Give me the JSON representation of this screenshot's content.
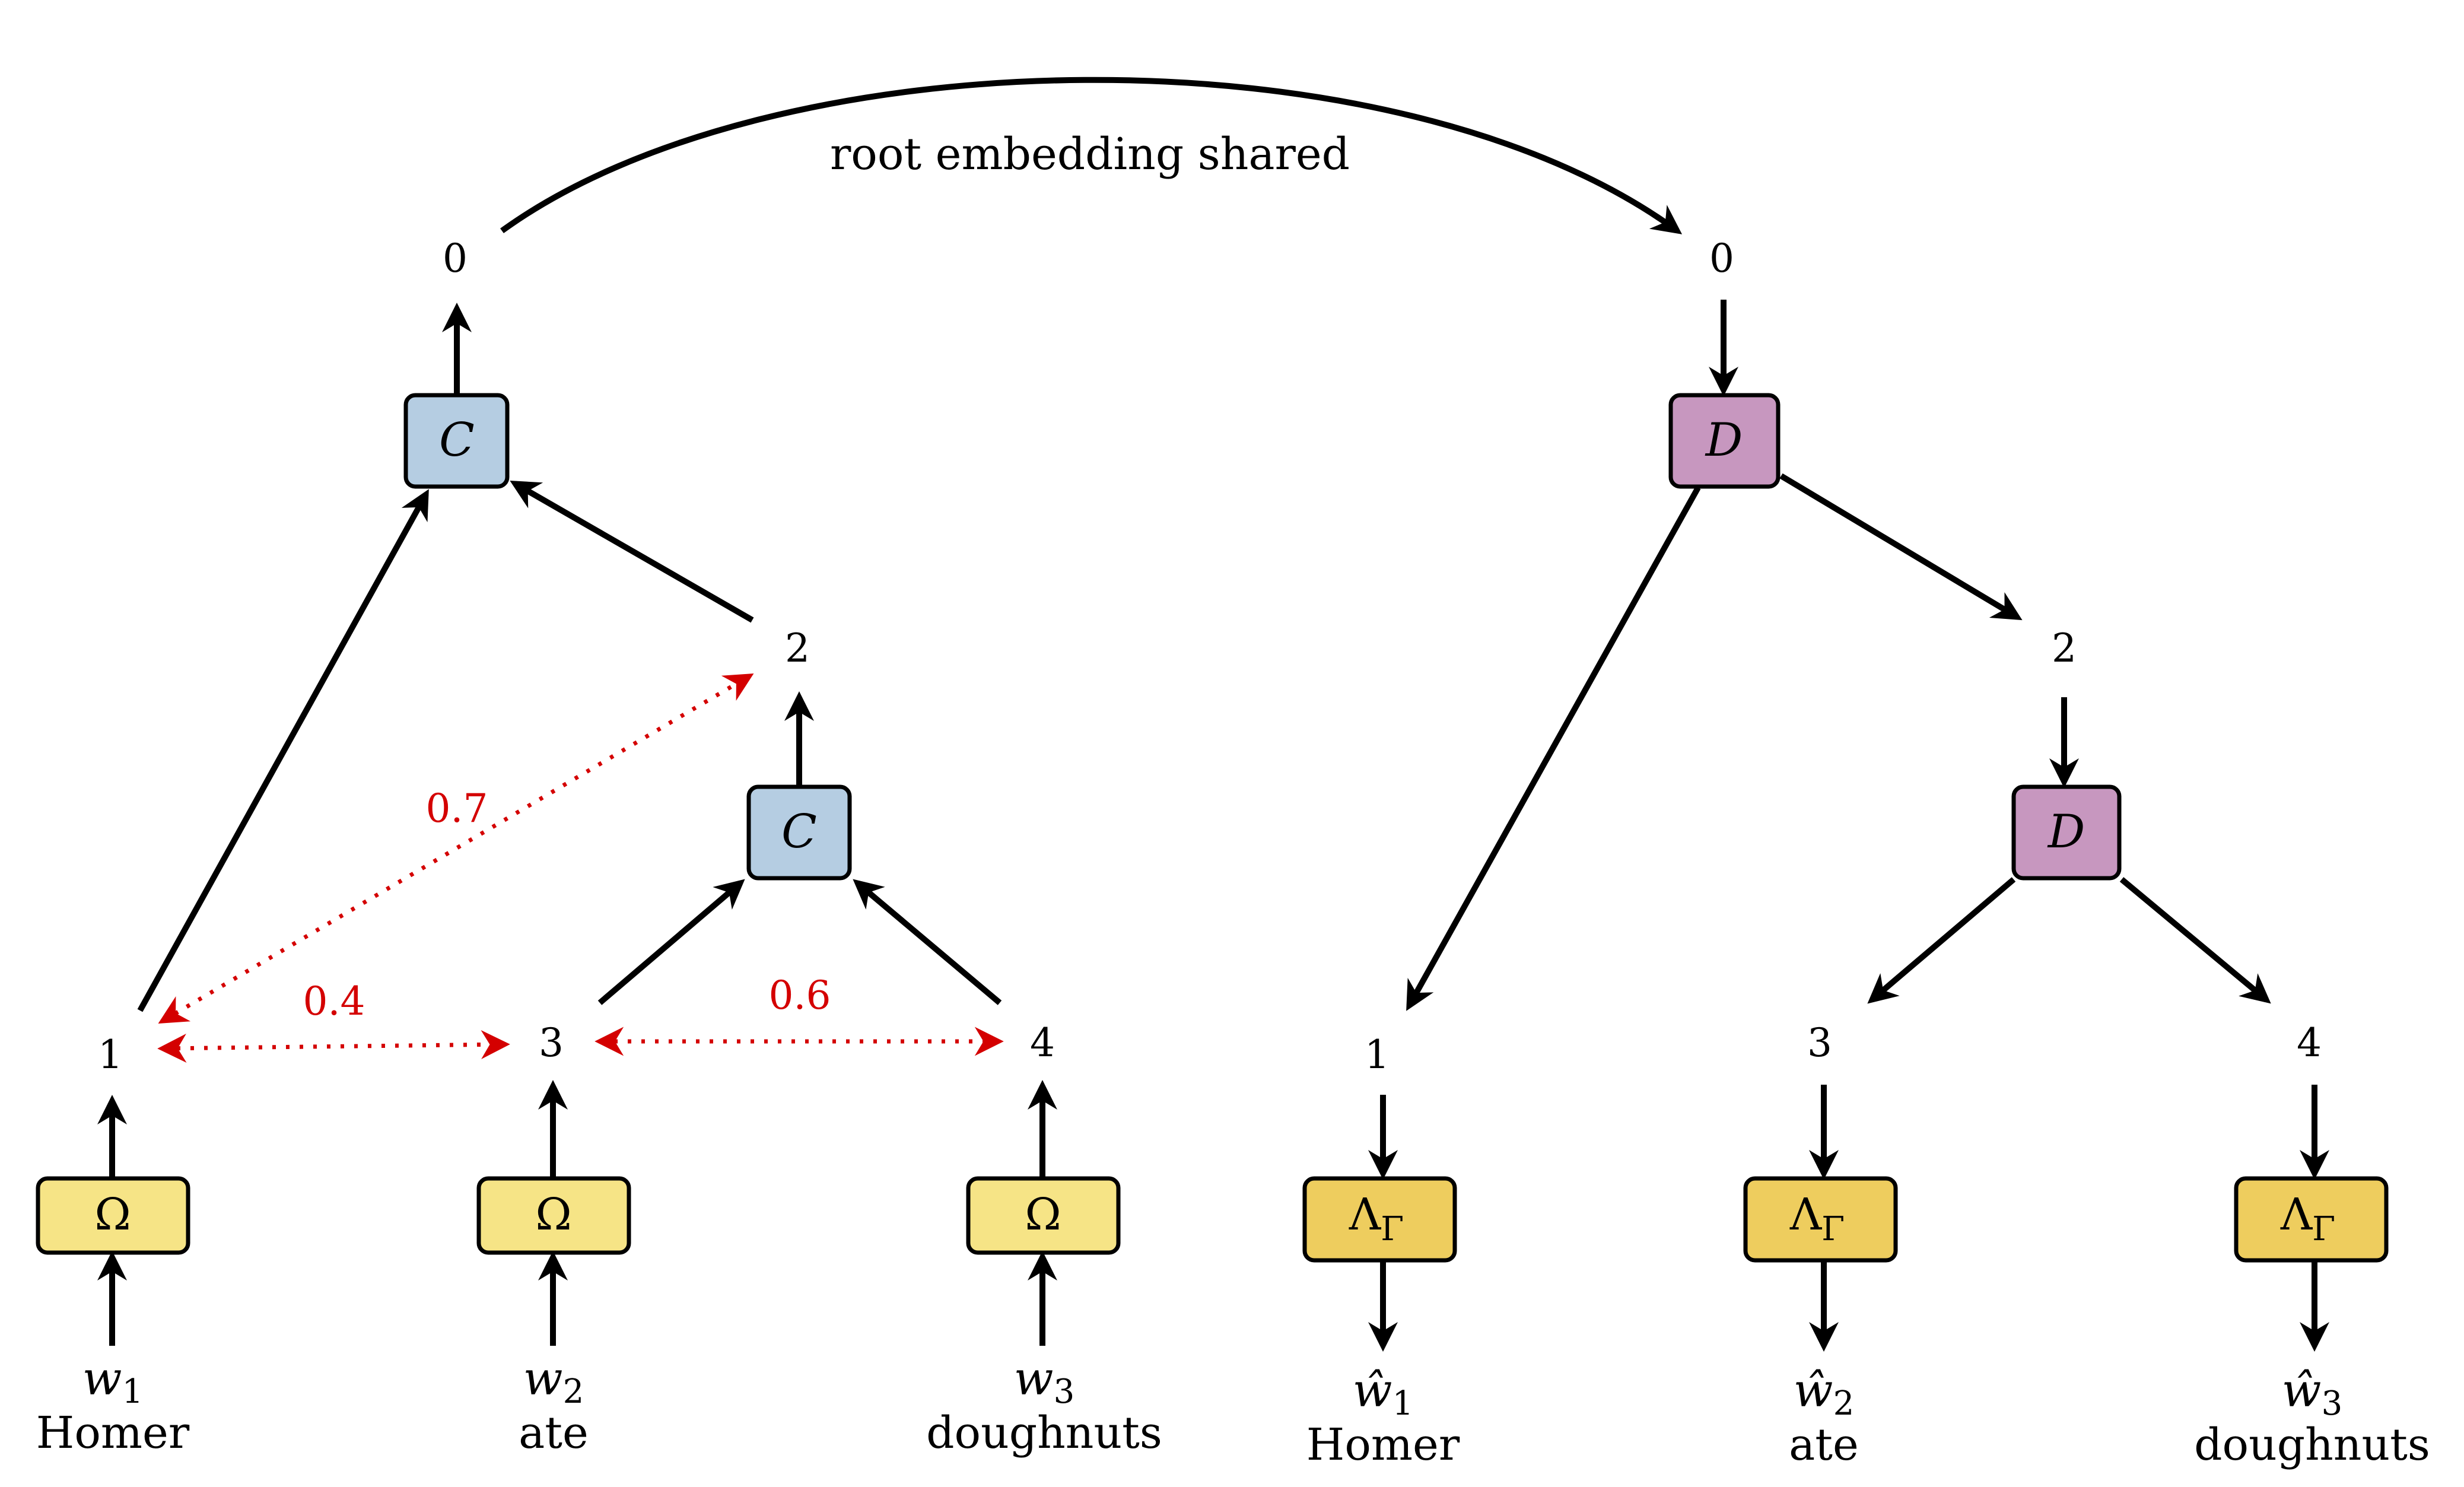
{
  "colors": {
    "composer_box": "#b5cde2",
    "decomposer_box": "#c797bf",
    "omega_box": "#f6e486",
    "lambda_box": "#eecd5e",
    "attention": "#d40000",
    "edge": "#000000"
  },
  "arc_label": "root embedding shared",
  "encoder": {
    "nodes": {
      "n0": "0",
      "n1": "1",
      "n2": "2",
      "n3": "3",
      "n4": "4"
    },
    "composer_label": "C",
    "leaf_op_label": "Ω",
    "words": [
      {
        "var": "w",
        "sub": "1",
        "text": "Homer"
      },
      {
        "var": "w",
        "sub": "2",
        "text": "ate"
      },
      {
        "var": "w",
        "sub": "3",
        "text": "doughnuts"
      }
    ],
    "attention_weights": {
      "n1_n2": "0.7",
      "n1_n3": "0.4",
      "n3_n4": "0.6"
    }
  },
  "decoder": {
    "nodes": {
      "n0": "0",
      "n1": "1",
      "n2": "2",
      "n3": "3",
      "n4": "4"
    },
    "decomposer_label": "D",
    "leaf_op_label": "Λ",
    "leaf_op_sub": "Γ",
    "words": [
      {
        "var": "ŵ",
        "sub": "1",
        "text": "Homer"
      },
      {
        "var": "ŵ",
        "sub": "2",
        "text": "ate"
      },
      {
        "var": "ŵ",
        "sub": "3",
        "text": "doughnuts"
      }
    ]
  }
}
